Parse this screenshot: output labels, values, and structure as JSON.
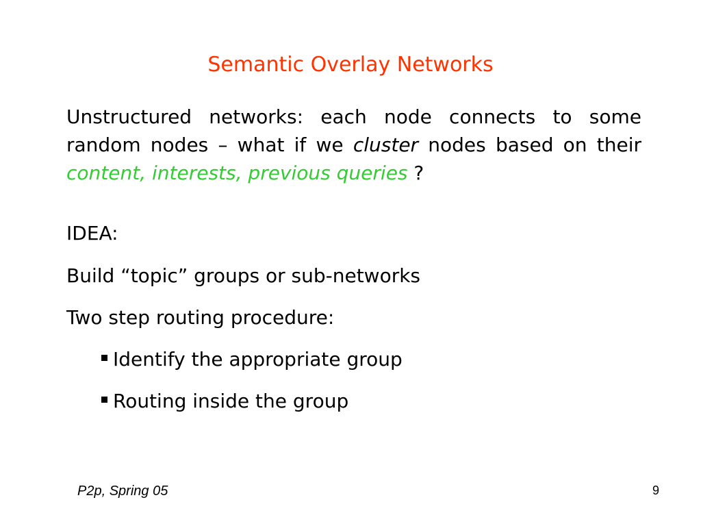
{
  "slide": {
    "title": "Semantic Overlay Networks",
    "intro": {
      "part1": "Unstructured networks: each node connects to some random nodes – what if we ",
      "cluster": "cluster",
      "part2": " nodes based on their ",
      "highlight": "content, interests, previous queries",
      "part3": " ?"
    },
    "idea": "IDEA:",
    "build": "Build “topic” groups or sub-networks",
    "two_step": "Two step routing procedure:",
    "bullets": [
      "Identify the appropriate group",
      "Routing inside the group"
    ]
  },
  "footer": {
    "course": "P2p, Spring 05",
    "page_number": "9"
  },
  "colors": {
    "title": "#ff3300",
    "highlight": "#33cc33"
  }
}
